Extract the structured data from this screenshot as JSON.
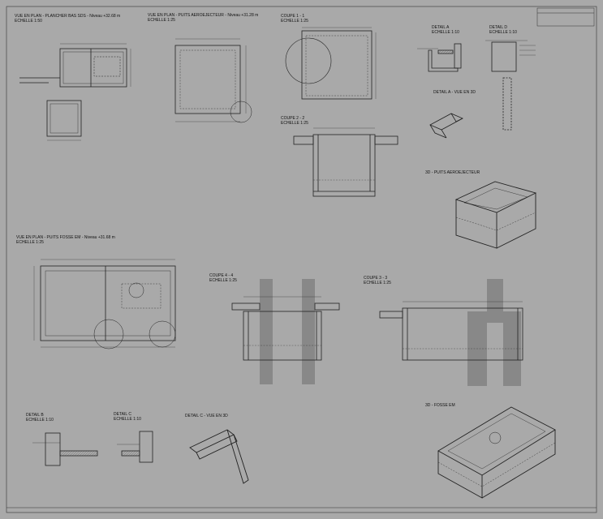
{
  "views": {
    "plan_sds": {
      "title": "VUE EN PLAN - PLANCHER BAS SDS - Niveau +32.68 m",
      "scale": "ECHELLE 1:50"
    },
    "plan_puits_aero": {
      "title": "VUE EN PLAN - PUITS AEROEJECTEUR - Niveau +31.28 m",
      "scale": "ECHELLE 1:25"
    },
    "coupe_1": {
      "title": "COUPE 1 - 1",
      "scale": "ECHELLE 1:25"
    },
    "coupe_2": {
      "title": "COUPE 2 - 2",
      "scale": "ECHELLE 1:25"
    },
    "detail_a": {
      "title": "DETAIL A",
      "scale": "ECHELLE 1:10"
    },
    "detail_d": {
      "title": "DETAIL D",
      "scale": "ECHELLE 1:10"
    },
    "detail_a_3d": {
      "title": "DETAIL A - VUE EN 3D"
    },
    "puits_3d": {
      "title": "3D - PUITS AEROEJECTEUR"
    },
    "plan_fosse": {
      "title": "VUE EN PLAN - PUITS FOSSE EM - Niveau +31.68 m",
      "scale": "ECHELLE 1:25"
    },
    "coupe_4": {
      "title": "COUPE 4 - 4",
      "scale": "ECHELLE 1:25"
    },
    "coupe_3": {
      "title": "COUPE 3 - 3",
      "scale": "ECHELLE 1:25"
    },
    "detail_b": {
      "title": "DETAIL B",
      "scale": "ECHELLE 1:10"
    },
    "detail_c": {
      "title": "DETAIL C",
      "scale": "ECHELLE 1:10"
    },
    "detail_c_3d": {
      "title": "DETAIL C - VUE EN 3D"
    },
    "fosse_3d": {
      "title": "3D - FOSSE EM"
    }
  }
}
